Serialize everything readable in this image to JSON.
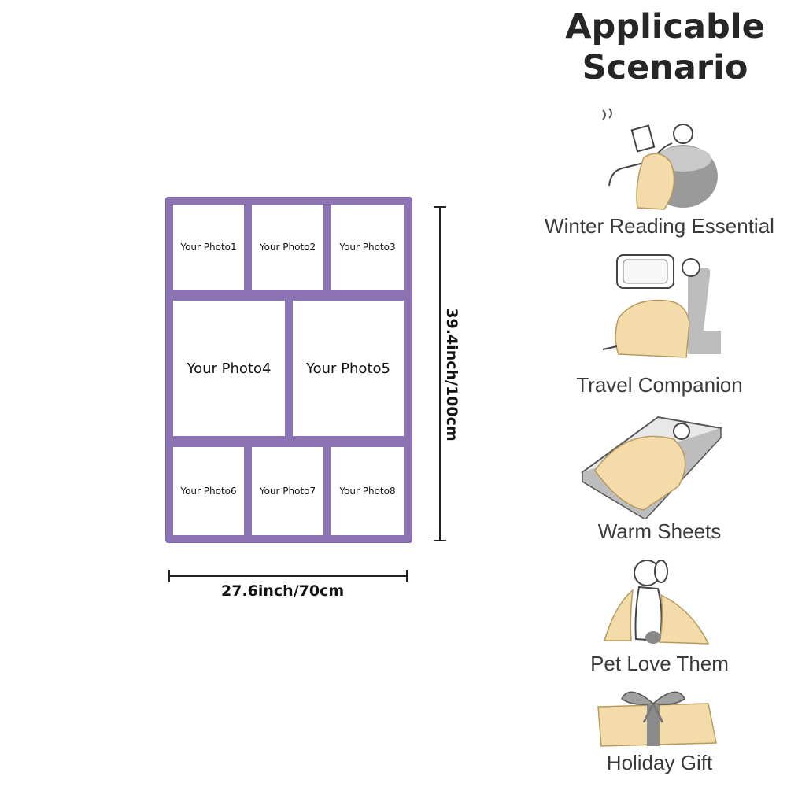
{
  "headline": {
    "line1": "Applicable",
    "line2": "Scenario"
  },
  "photos": [
    "Your Photo1",
    "Your Photo2",
    "Your Photo3",
    "Your Photo4",
    "Your Photo5",
    "Your Photo6",
    "Your Photo7",
    "Your Photo8"
  ],
  "dimensions": {
    "width": "27.6inch/70cm",
    "height": "39.4inch/100cm"
  },
  "scenarios": [
    "Winter Reading Essential",
    "Travel Companion",
    "Warm Sheets",
    "Pet Love Them",
    "Holiday Gift"
  ],
  "colors": {
    "frame": "#8c73b4",
    "blanket_illustration": "#f3dcaa",
    "gray": "#8f8f8f"
  }
}
